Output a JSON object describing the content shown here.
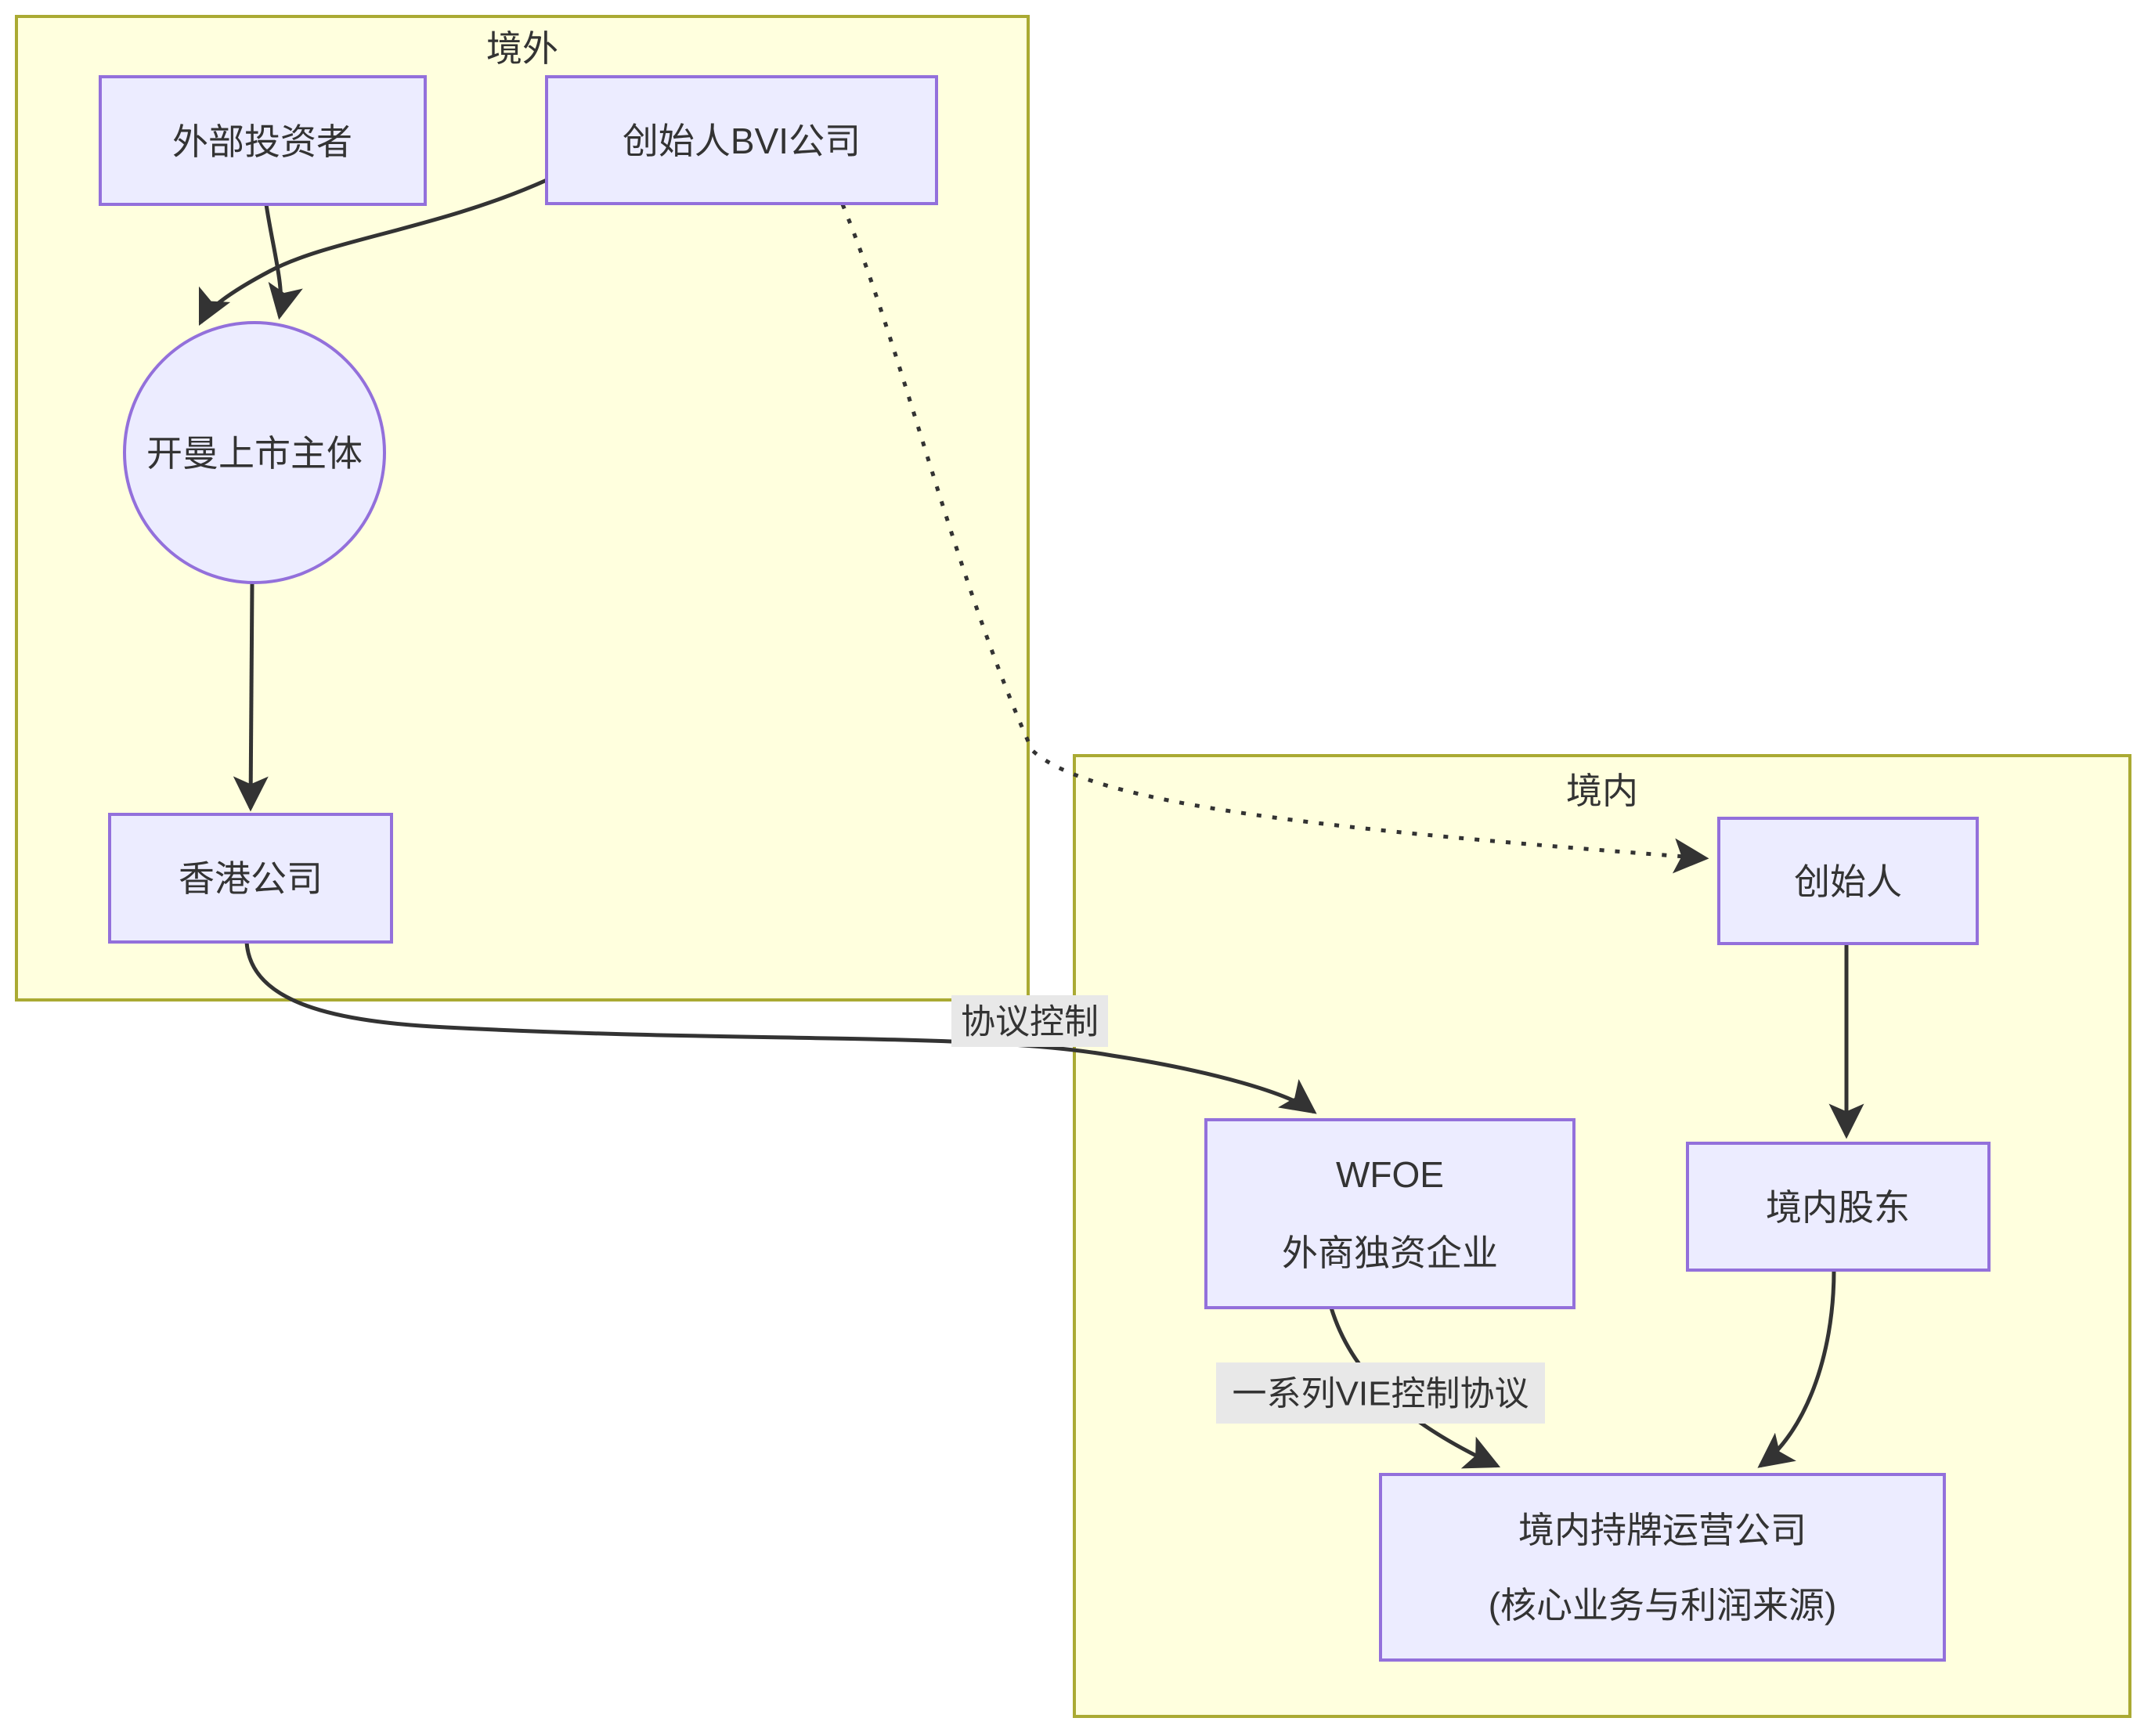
{
  "diagram": {
    "type": "flowchart",
    "description": "VIE structure diagram with offshore and onshore clusters",
    "colors": {
      "background": "#ffffff",
      "cluster_fill": "#ffffde",
      "cluster_border": "#aaaa33",
      "node_fill": "#ECECFF",
      "node_border": "#9370DB",
      "edge_color": "#333333",
      "text_color": "#333333",
      "edge_label_background": "#e8e8e8"
    },
    "clusters": {
      "offshore": {
        "title": "境外"
      },
      "onshore": {
        "title": "境内"
      }
    },
    "nodes": {
      "external_investors": {
        "label": "外部投资者",
        "shape": "rect",
        "cluster": "offshore"
      },
      "founder_bvi": {
        "label": "创始人BVI公司",
        "shape": "rect",
        "cluster": "offshore"
      },
      "cayman_listco": {
        "label": "开曼上市主体",
        "shape": "circle",
        "cluster": "offshore"
      },
      "hk_company": {
        "label": "香港公司",
        "shape": "rect",
        "cluster": "offshore"
      },
      "founder": {
        "label": "创始人",
        "shape": "rect",
        "cluster": "onshore"
      },
      "wfoe": {
        "lines": [
          "WFOE",
          "外商独资企业"
        ],
        "shape": "rect",
        "cluster": "onshore"
      },
      "domestic_shareholders": {
        "label": "境内股东",
        "shape": "rect",
        "cluster": "onshore"
      },
      "opco": {
        "lines": [
          "境内持牌运营公司",
          "(核心业务与利润来源)"
        ],
        "shape": "rect",
        "cluster": "onshore"
      }
    },
    "edge_labels": {
      "agreement_control": "协议控制",
      "vie_agreements": "一系列VIE控制协议"
    },
    "edges": [
      {
        "from": "external_investors",
        "to": "cayman_listco",
        "style": "solid",
        "label": ""
      },
      {
        "from": "founder_bvi",
        "to": "cayman_listco",
        "style": "solid",
        "label": ""
      },
      {
        "from": "cayman_listco",
        "to": "hk_company",
        "style": "solid",
        "label": ""
      },
      {
        "from": "founder_bvi",
        "to": "founder",
        "style": "dotted",
        "label": ""
      },
      {
        "from": "hk_company",
        "to": "wfoe",
        "style": "solid",
        "label": "协议控制"
      },
      {
        "from": "founder",
        "to": "domestic_shareholders",
        "style": "solid",
        "label": ""
      },
      {
        "from": "domestic_shareholders",
        "to": "opco",
        "style": "solid",
        "label": ""
      },
      {
        "from": "wfoe",
        "to": "opco",
        "style": "solid",
        "label": "一系列VIE控制协议"
      }
    ]
  }
}
